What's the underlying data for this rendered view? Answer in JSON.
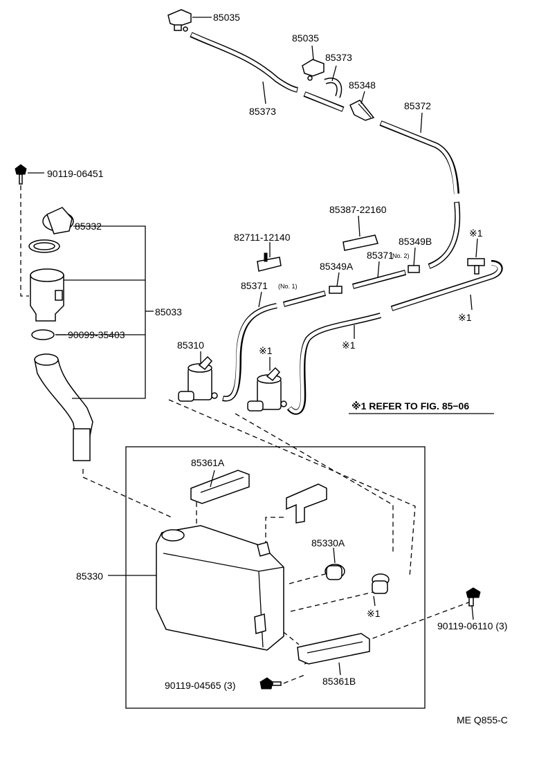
{
  "parts": {
    "p85035_a": "85035",
    "p85035_b": "85035",
    "p85373_a": "85373",
    "p85373_b": "85373",
    "p85348": "85348",
    "p85372": "85372",
    "p90119_06451": "90119-06451",
    "p85332": "85332",
    "p85033": "85033",
    "p90099_35403": "90099-35403",
    "p85387_22160": "85387-22160",
    "p82711_12140": "82711-12140",
    "p85349b": "85349B",
    "p85371_no2": "85371",
    "no2_suffix": "(No. 2)",
    "p85349a": "85349A",
    "p85371_no1": "85371",
    "no1_suffix": "(No. 1)",
    "p85310": "85310",
    "ref1_a": "※1",
    "ref1_b": "※1",
    "ref1_c": "※1",
    "ref1_d": "※1",
    "ref1_e": "※1",
    "refer_note": "※1 REFER TO FIG. 85−06",
    "p85361a": "85361A",
    "p85330a": "85330A",
    "p85330": "85330",
    "p90119_06110": "90119-06110 (3)",
    "p90119_04565": "90119-04565 (3)",
    "p85361b": "85361B",
    "drawing_code": "ME Q855-C"
  }
}
